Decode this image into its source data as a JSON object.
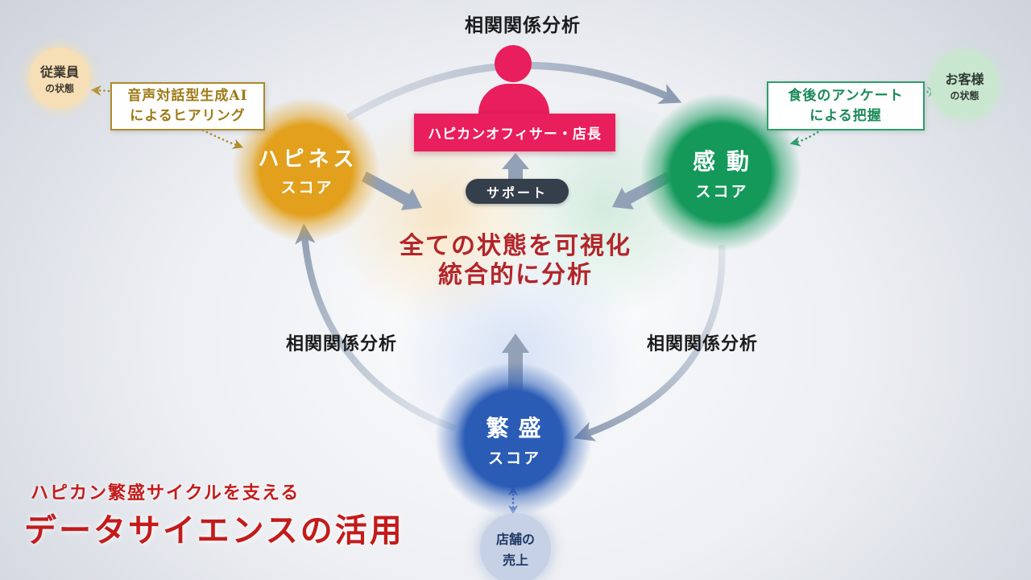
{
  "correlation": {
    "top": "相関関係分析",
    "left": "相関関係分析",
    "right": "相関関係分析"
  },
  "center": {
    "officer_label": "ハピカンオフィサー・店長",
    "support_label": "サポート",
    "analysis_line1": "全ての状態を可視化",
    "analysis_line2": "統合的に分析"
  },
  "nodes": {
    "happiness": {
      "label": "ハピネス",
      "sublabel": "スコア",
      "color": "#E2A01D"
    },
    "emotion": {
      "label": "感動",
      "sublabel": "スコア",
      "color": "#14995B"
    },
    "prosperity": {
      "label": "繁盛",
      "sublabel": "スコア",
      "color": "#2A5CB5"
    },
    "store_sales": {
      "line1": "店舗の",
      "line2": "売上",
      "color": "#C7D1E5"
    }
  },
  "annotations": {
    "employee_state": {
      "line1": "従業員",
      "line2": "の状態"
    },
    "employee_method": {
      "line1": "音声対話型生成AI",
      "line2": "によるヒアリング"
    },
    "customer_state": {
      "line1": "お客様",
      "line2": "の状態"
    },
    "customer_method": {
      "line1": "食後のアンケート",
      "line2": "による把握"
    }
  },
  "footer": {
    "subtitle": "ハピカン繁盛サイクルを支える",
    "title": "データサイエンスの活用"
  },
  "colors": {
    "accent_crimson": "#E91E5C",
    "center_text_red": "#B2252A",
    "footer_red": "#C31B1B",
    "arrow_gray": "#92A1B6",
    "gold": "#AD8A2B",
    "green": "#2F9E6B",
    "blue_accent": "#3A6BC4",
    "support_dark": "#353F4B"
  }
}
